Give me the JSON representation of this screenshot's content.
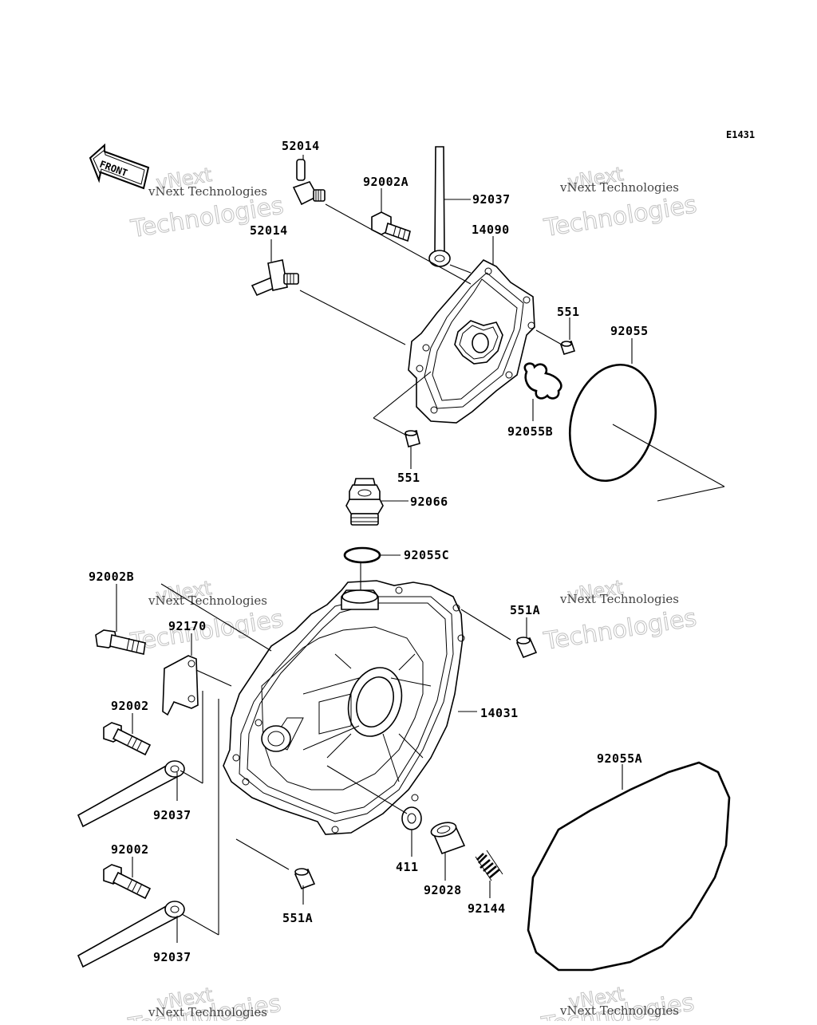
{
  "diagram": {
    "code": "E1431",
    "front_label": "FRONT",
    "watermark": {
      "line1": "vNext Technologies",
      "line2": "vNext",
      "line3": "Technologies"
    },
    "parts": [
      {
        "number": "52014",
        "name": "fitting-upper"
      },
      {
        "number": "52014",
        "name": "fitting-lower"
      },
      {
        "number": "92002A",
        "name": "bolt-a"
      },
      {
        "number": "92037",
        "name": "clamp-upper"
      },
      {
        "number": "14090",
        "name": "pump-cover-plate"
      },
      {
        "number": "551",
        "name": "dowel-right"
      },
      {
        "number": "92055",
        "name": "o-ring-large"
      },
      {
        "number": "92055B",
        "name": "o-ring-b"
      },
      {
        "number": "551",
        "name": "dowel-lower"
      },
      {
        "number": "92066",
        "name": "plug"
      },
      {
        "number": "92055C",
        "name": "o-ring-c"
      },
      {
        "number": "92002B",
        "name": "bolt-b"
      },
      {
        "number": "92170",
        "name": "bracket"
      },
      {
        "number": "551A",
        "name": "dowel-a-upper"
      },
      {
        "number": "14031",
        "name": "clutch-cover"
      },
      {
        "number": "92002",
        "name": "bolt-upper"
      },
      {
        "number": "92037",
        "name": "clamp-left-upper"
      },
      {
        "number": "92055A",
        "name": "gasket-a"
      },
      {
        "number": "411",
        "name": "washer"
      },
      {
        "number": "92028",
        "name": "bushing"
      },
      {
        "number": "92144",
        "name": "spring"
      },
      {
        "number": "92002",
        "name": "bolt-lower"
      },
      {
        "number": "551A",
        "name": "dowel-a-lower"
      },
      {
        "number": "92037",
        "name": "clamp-left-lower"
      }
    ]
  }
}
